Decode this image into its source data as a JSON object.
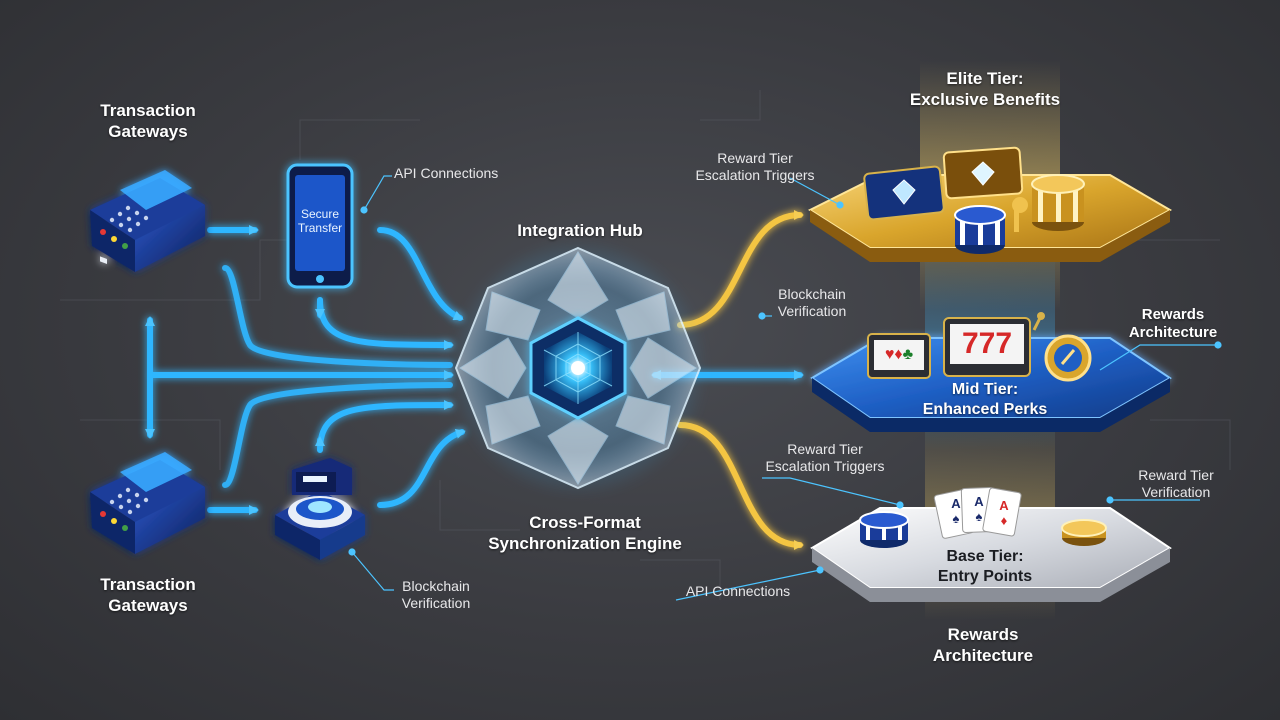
{
  "labels": {
    "transaction_gateways_top": [
      "Transaction",
      "Gateways"
    ],
    "transaction_gateways_bottom": [
      "Transaction",
      "Gateways"
    ],
    "secure_transfer": [
      "Secure",
      "Transfer"
    ],
    "api_connections_top": "API Connections",
    "api_connections_bottom": "API Connections",
    "integration_hub": "Integration Hub",
    "sync_engine": [
      "Cross-Format",
      "Synchronization Engine"
    ],
    "blockchain_verification_left": [
      "Blockchain",
      "Verification"
    ],
    "blockchain_verification_right": [
      "Blockchain",
      "Verification"
    ],
    "reward_tier_escalation_top": [
      "Reward Tier",
      "Escalation Triggers"
    ],
    "reward_tier_escalation_bottom": [
      "Reward Tier",
      "Escalation Triggers"
    ],
    "reward_tier_verification": [
      "Reward Tier",
      "Verification"
    ],
    "rewards_architecture_right": [
      "Rewards",
      "Architecture"
    ],
    "rewards_architecture_bottom": [
      "Rewards",
      "Architecture"
    ]
  },
  "tiers": {
    "elite": [
      "Elite Tier:",
      "Exclusive Benefits"
    ],
    "mid": [
      "Mid Tier:",
      "Enhanced Perks"
    ],
    "base": [
      "Base Tier:",
      "Entry Points"
    ]
  },
  "slot_symbols": {
    "reel": "7",
    "suits": [
      "♥",
      "♦",
      "♣",
      "♠"
    ],
    "cards": [
      "A",
      "A",
      "A"
    ]
  },
  "colors": {
    "background": "#3a3b40",
    "flow_blue": "#2fb6ff",
    "flow_gold": "#f4c542",
    "hub_core": "#39c6ff",
    "elite_platform": "#d9a52c",
    "mid_platform": "#1f5fc4",
    "base_platform": "#cfd2d8"
  }
}
